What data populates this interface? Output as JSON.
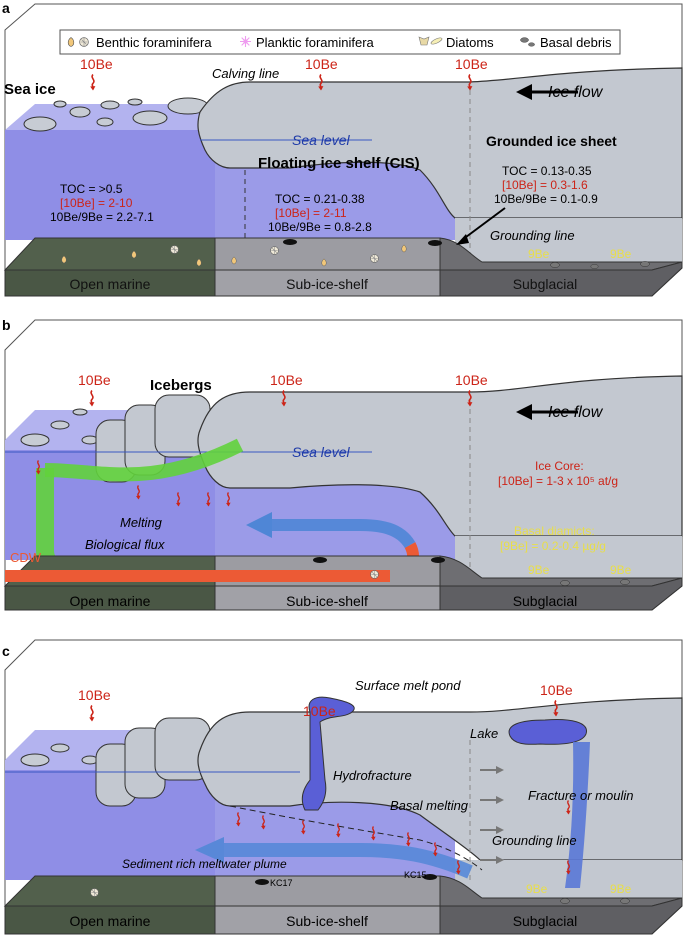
{
  "colors": {
    "water": "#8f8ee6",
    "water_light": "#b2b3ee",
    "ice": "#c2c8d0",
    "ice_stroke": "#3a3a3a",
    "seafloor_open": "#4f5d4a",
    "seafloor_sub": "#9a9aa0",
    "seafloor_glacial": "#6e6e72",
    "red": "#cc2418",
    "yellow": "#e8de4a",
    "green": "#5fcf3a",
    "blue_arrow": "#4f86d6",
    "cdw": "#ec5a35"
  },
  "panel_a": {
    "letter": "a",
    "legend": {
      "benthic": "Benthic foraminifera",
      "planktic": "Planktic foraminifera",
      "diatoms": "Diatoms",
      "debris": "Basal debris"
    },
    "be10": "10Be",
    "sea_ice": "Sea ice",
    "calving_line": "Calving line",
    "ice_flow": "Ice flow",
    "sea_level": "Sea level",
    "floating_shelf": "Floating ice shelf (CIS)",
    "grounded_sheet": "Grounded ice sheet",
    "grounding_line": "Grounding line",
    "open": {
      "toc": "TOC = >0.5",
      "be": "[10Be] = 2-10",
      "ratio": "10Be/9Be = 2.2-7.1"
    },
    "shelf": {
      "toc": "TOC = 0.21-0.38",
      "be": "[10Be] = 2-11",
      "ratio": "10Be/9Be = 0.8-2.8"
    },
    "grounded": {
      "toc": "TOC = 0.13-0.35",
      "be": "[10Be] = 0.3-1.6",
      "ratio": "10Be/9Be = 0.1-0.9"
    },
    "be9": "9Be",
    "zones": [
      "Open marine",
      "Sub-ice-shelf",
      "Subglacial"
    ]
  },
  "panel_b": {
    "letter": "b",
    "be10": "10Be",
    "icebergs": "Icebergs",
    "ice_flow": "Ice flow",
    "sea_level": "Sea level",
    "ice_core_title": "Ice Core:",
    "ice_core_value": "[10Be] = 1-3 x 10⁵ at/g",
    "basal_title": "Basal diamicts:",
    "basal_value": "[9Be] = 0.2-0.4 µg/g",
    "melting": "Melting",
    "bio_flux": "Biological flux",
    "cdw": "CDW",
    "be9": "9Be",
    "zones": [
      "Open marine",
      "Sub-ice-shelf",
      "Subglacial"
    ]
  },
  "panel_c": {
    "letter": "c",
    "be10": "10Be",
    "surface_pond": "Surface melt pond",
    "lake": "Lake",
    "hydrofracture": "Hydrofracture",
    "fracture": "Fracture or moulin",
    "basal_melting": "Basal melting",
    "grounding_line": "Grounding line",
    "plume": "Sediment rich meltwater plume",
    "kc17": "KC17",
    "kc15": "KC15",
    "be9": "9Be",
    "zones": [
      "Open marine",
      "Sub-ice-shelf",
      "Subglacial"
    ]
  }
}
